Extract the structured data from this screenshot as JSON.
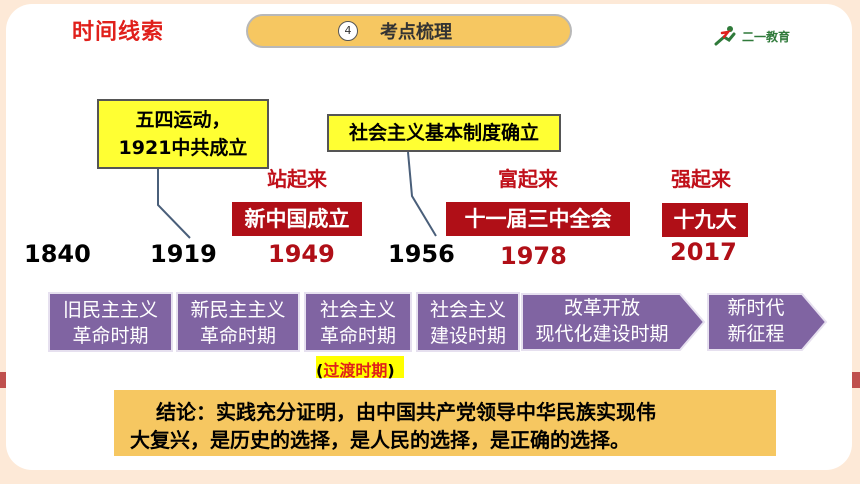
{
  "header": {
    "section_title": "时间线索",
    "pill_number": "4",
    "pill_text": "考点梳理",
    "logo_text": "二一教育"
  },
  "callouts": [
    {
      "line1": "五四运动，",
      "line2": "1921中共成立"
    },
    {
      "text": "社会主义基本制度确立"
    }
  ],
  "slogans": [
    "站起来",
    "富起来",
    "强起来"
  ],
  "events": [
    "新中国成立",
    "十一届三中全会",
    "十九大"
  ],
  "years": [
    "1840",
    "1919",
    "1949",
    "1956",
    "1978",
    "2017"
  ],
  "stages": [
    {
      "line1": "旧民主主义",
      "line2": "革命时期"
    },
    {
      "line1": "新民主主义",
      "line2": "革命时期"
    },
    {
      "line1": "社会主义",
      "line2": "革命时期"
    },
    {
      "line1": "社会主义",
      "line2": "建设时期"
    },
    {
      "line1": "改革开放",
      "line2": "现代化建设时期"
    },
    {
      "line1": "新时代",
      "line2": "新征程"
    }
  ],
  "transition": {
    "open": "(",
    "text": "过渡时期",
    "close": ")"
  },
  "conclusion": {
    "line1": "结论：实践充分证明，由中国共产党领导中华民族实现伟",
    "line2": "大复兴，是历史的选择，是人民的选择，是正确的选择。"
  },
  "colors": {
    "title_red": "#e0201b",
    "event_red": "#b00f17",
    "stage_purple": "#8064a2",
    "callout_yellow": "#ffff33",
    "pill_orange": "#f6c761"
  }
}
